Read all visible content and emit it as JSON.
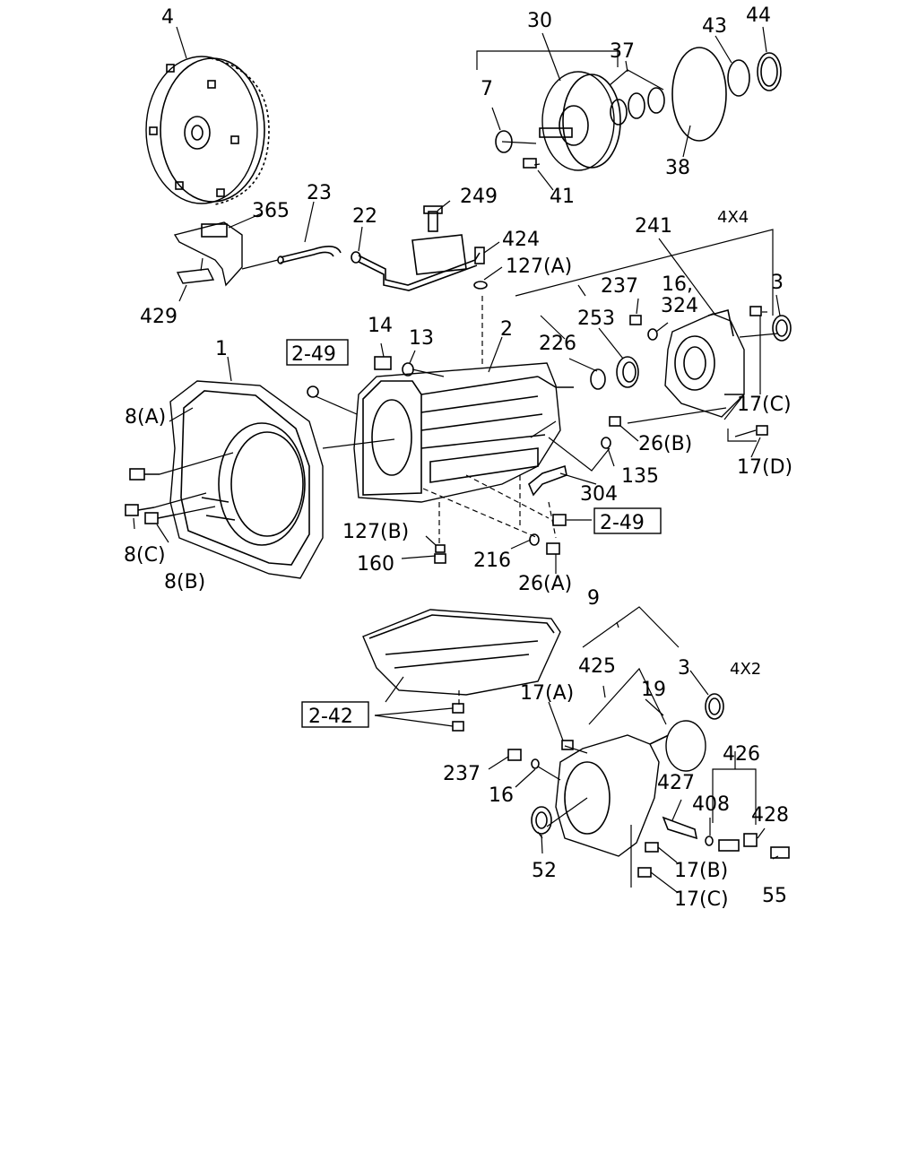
{
  "labels": {
    "p4": "4",
    "p30": "30",
    "p37": "37",
    "p43": "43",
    "p44": "44",
    "p7": "7",
    "p38": "38",
    "p41": "41",
    "p23": "23",
    "p249": "249",
    "p365": "365",
    "p22": "22",
    "p424": "424",
    "p127a": "127(A)",
    "p429": "429",
    "p241": "241",
    "p4x4": "4X4",
    "p237a": "237",
    "p16_324a": "16,",
    "p16_324b": "324",
    "p3a": "3",
    "p253": "253",
    "p14": "14",
    "p13": "13",
    "p2": "2",
    "p226": "226",
    "p1": "1",
    "ref249a": "2-49",
    "p8a": "8(A)",
    "p17c_a": "17(C)",
    "p26b": "26(B)",
    "p135": "135",
    "p17d": "17(D)",
    "p304": "304",
    "p8c": "8(C)",
    "ref249b": "2-49",
    "p127b": "127(B)",
    "p160": "160",
    "p216": "216",
    "p8b": "8(B)",
    "p26a": "26(A)",
    "p9": "9",
    "p425": "425",
    "p3b": "3",
    "p4x2": "4X2",
    "p19": "19",
    "p17a": "17(A)",
    "ref242": "2-42",
    "p426": "426",
    "p237b": "237",
    "p427": "427",
    "p16": "16",
    "p408": "408",
    "p428": "428",
    "p52": "52",
    "p17b": "17(B)",
    "p55": "55",
    "p17c_b": "17(C)"
  }
}
